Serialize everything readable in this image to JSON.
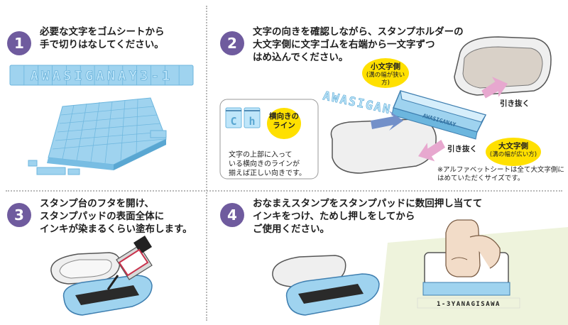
{
  "steps": [
    {
      "number": "1",
      "lines": [
        "必要な文字をゴムシートから",
        "手で切りはなしてください。"
      ]
    },
    {
      "number": "2",
      "lines": [
        "文字の向きを確認しながら、スタンプホルダーの",
        "大文字側に文字ゴムを右端から一文字ずつ",
        "はめ込んでください。"
      ]
    },
    {
      "number": "3",
      "lines": [
        "スタンプ台のフタを開け、",
        "スタンプパッドの表面全体に",
        "インキが染まるくらい塗布します。"
      ]
    },
    {
      "number": "4",
      "lines": [
        "おなまえスタンプをスタンプパッドに数回押し当てて",
        "インキをつけ、ためし押しをしてから",
        "ご使用ください。"
      ]
    }
  ],
  "panel1": {
    "letter_strip": "AWASIGANAY3-1"
  },
  "panel2": {
    "small_side": {
      "title": "小文字側",
      "sub": "(溝の幅が狭い方)"
    },
    "large_side": {
      "title": "大文字側",
      "sub": "(溝の幅が広い方)"
    },
    "pull_out_top": "引き抜く",
    "pull_out_bottom": "引き抜く",
    "line_bubble": "横向きの\nライン",
    "line_bubble_lines": [
      "横向きの",
      "ライン"
    ],
    "sample_letters": [
      "C",
      "h"
    ],
    "line_note": [
      "文字の上部に入って",
      "いる横向きのラインが",
      "揃えば正しい向きです。"
    ],
    "holder_text": "AWASIGANAY",
    "footnote": [
      "※アルファベットシートは全て大文字側に",
      "はめていただくサイズです。"
    ],
    "loose_letters": "AWASIGAN"
  },
  "panel4": {
    "stamp_result": "1-3YANAGISAWA"
  },
  "colors": {
    "accent": "#6f5b9e",
    "rubber": "#9fd3ef",
    "rubber_dark": "#6cb6de",
    "bubble": "#ffe000",
    "arrow": "#e7a8cf",
    "blue_arrow": "#7390c9",
    "case": "#efefef"
  }
}
